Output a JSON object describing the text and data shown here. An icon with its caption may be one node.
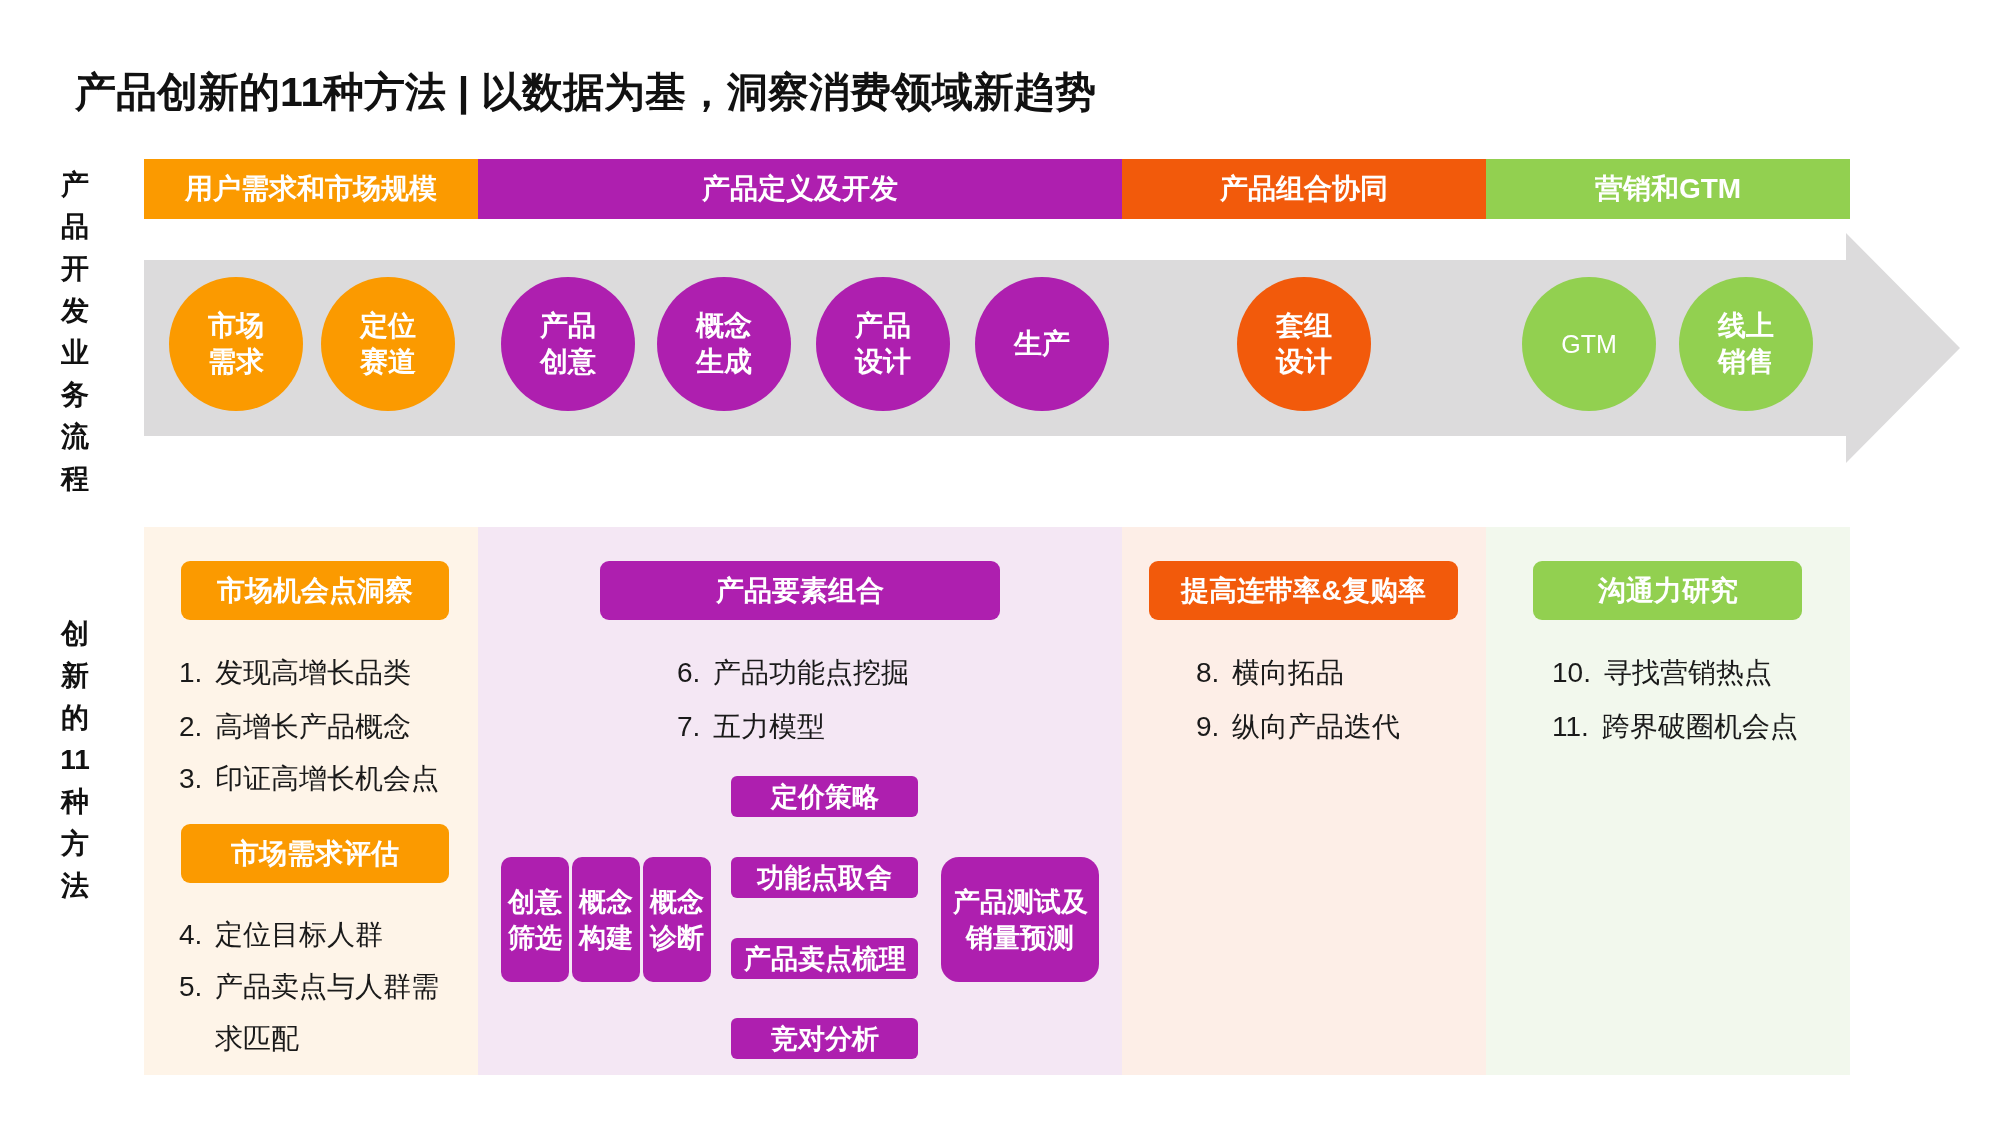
{
  "diagram": {
    "title": "产品创新的11种方法 | 以数据为基，洞察消费领域新趋势",
    "nodes": [
      {
        "text": [
          "用户需求和市场规模"
        ]
      },
      {
        "text": [
          "产品定义及开发"
        ]
      },
      {
        "text": [
          "产品组合协同"
        ]
      },
      {
        "text": [
          "营销和GTM"
        ]
      },
      {
        "text": [],
        "shape": "arrow"
      },
      {
        "text": [
          "市场需求"
        ],
        "in": 4
      },
      {
        "text": [
          "定位赛道"
        ],
        "in": 4
      },
      {
        "text": [
          "产品创意"
        ],
        "in": 4
      },
      {
        "text": [
          "概念生成"
        ],
        "in": 4
      },
      {
        "text": [
          "产品设计"
        ],
        "in": 4
      },
      {
        "text": [
          "生产"
        ],
        "in": 4
      },
      {
        "text": [
          "套组设计"
        ],
        "in": 4
      },
      {
        "text": [
          "GTM"
        ],
        "in": 4
      },
      {
        "text": [
          "线上销售"
        ],
        "in": 4
      },
      {
        "text": [
          "1. 发现高增长品类",
          "2. 高增长产品概念",
          "3. 印证高增长机会点",
          "4. 定位目标人群",
          "5. 产品卖点与人群需求匹配"
        ]
      },
      {
        "text": [
          "市场机会点洞察"
        ],
        "in": 14
      },
      {
        "text": [
          "市场需求评估"
        ],
        "in": 14
      },
      {
        "text": [
          "6. 产品功能点挖掘",
          "7. 五力模型"
        ]
      },
      {
        "text": [
          "产品要素组合"
        ],
        "in": 17
      },
      {
        "text": [
          "定价策略"
        ],
        "in": 17
      },
      {
        "text": [
          "创意筛选"
        ],
        "in": 17
      },
      {
        "text": [
          "概念构建"
        ],
        "in": 17
      },
      {
        "text": [
          "概念诊断"
        ],
        "in": 17
      },
      {
        "text": [
          "功能点取舍"
        ],
        "in": 17
      },
      {
        "text": [
          "产品卖点梳理"
        ],
        "in": 17
      },
      {
        "text": [
          "产品测试及销量预测"
        ],
        "in": 17
      },
      {
        "text": [
          "竞对分析"
        ],
        "in": 17
      },
      {
        "text": [
          "8. 横向拓品",
          "9. 纵向产品迭代"
        ]
      },
      {
        "text": [
          "提高连带率&复购率"
        ],
        "in": 27
      },
      {
        "text": [
          "10. 寻找营销热点",
          "11. 跨界破圈机会点"
        ]
      },
      {
        "text": [
          "沟通力研究"
        ],
        "in": 29
      }
    ],
    "labels": [
      "产品开发业务流程",
      "创新的11种方法"
    ]
  }
}
